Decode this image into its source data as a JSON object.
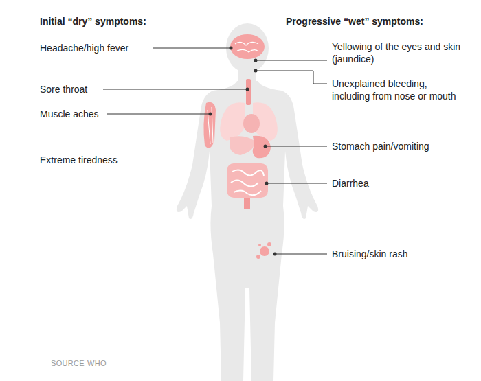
{
  "diagram": {
    "labels": [
      "Initial “dry” symptoms:",
      "Headache/high fever",
      "Sore throat",
      "Muscle aches",
      "Extreme tiredness",
      "Progressive “wet” symptoms:",
      "Yellowing of the eyes and skin (jaundice)",
      "Unexplained bleeding, including from nose or mouth",
      "Stomach pain/vomiting",
      "Diarrhea",
      "Bruising/skin rash",
      "SOURCE",
      "WHO"
    ]
  }
}
